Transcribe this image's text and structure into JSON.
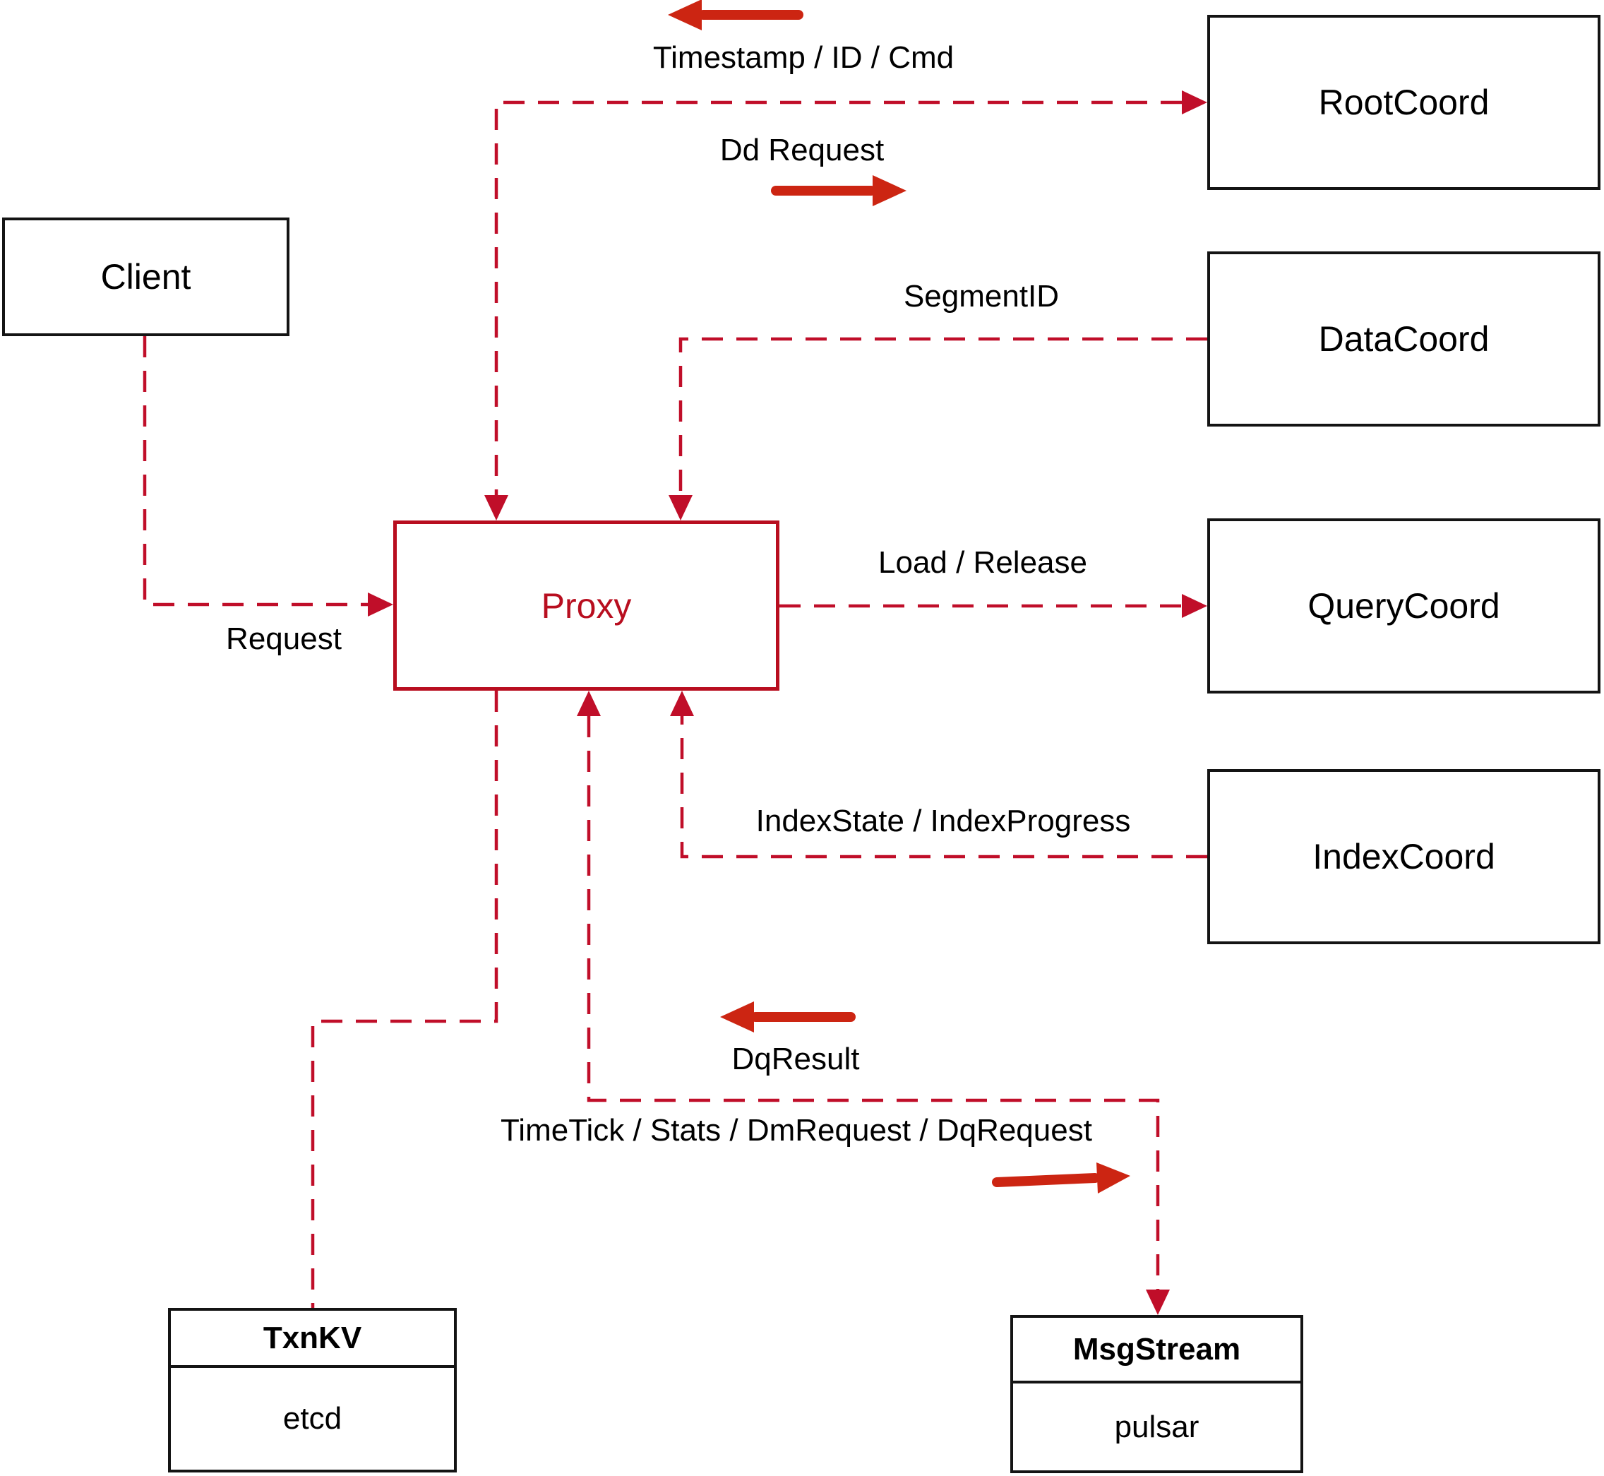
{
  "diagram": {
    "nodes": {
      "client": {
        "label": "Client"
      },
      "proxy": {
        "label": "Proxy"
      },
      "root_coord": {
        "label": "RootCoord"
      },
      "data_coord": {
        "label": "DataCoord"
      },
      "query_coord": {
        "label": "QueryCoord"
      },
      "index_coord": {
        "label": "IndexCoord"
      },
      "txn_kv": {
        "title": "TxnKV",
        "impl": "etcd"
      },
      "msg_stream": {
        "title": "MsgStream",
        "impl": "pulsar"
      }
    },
    "edge_labels": {
      "timestamp": "Timestamp / ID / Cmd",
      "dd_request": "Dd Request",
      "segment_id": "SegmentID",
      "request": "Request",
      "load_release": "Load / Release",
      "index_state": "IndexState / IndexProgress",
      "dq_result": "DqResult",
      "time_tick": "TimeTick / Stats / DmRequest / DqRequest"
    },
    "colors": {
      "dash": "#c00e29",
      "arrow": "#cc2512",
      "proxy": "#b80e1f",
      "box_border": "#141414",
      "text": "#000000",
      "background": "#ffffff"
    }
  }
}
